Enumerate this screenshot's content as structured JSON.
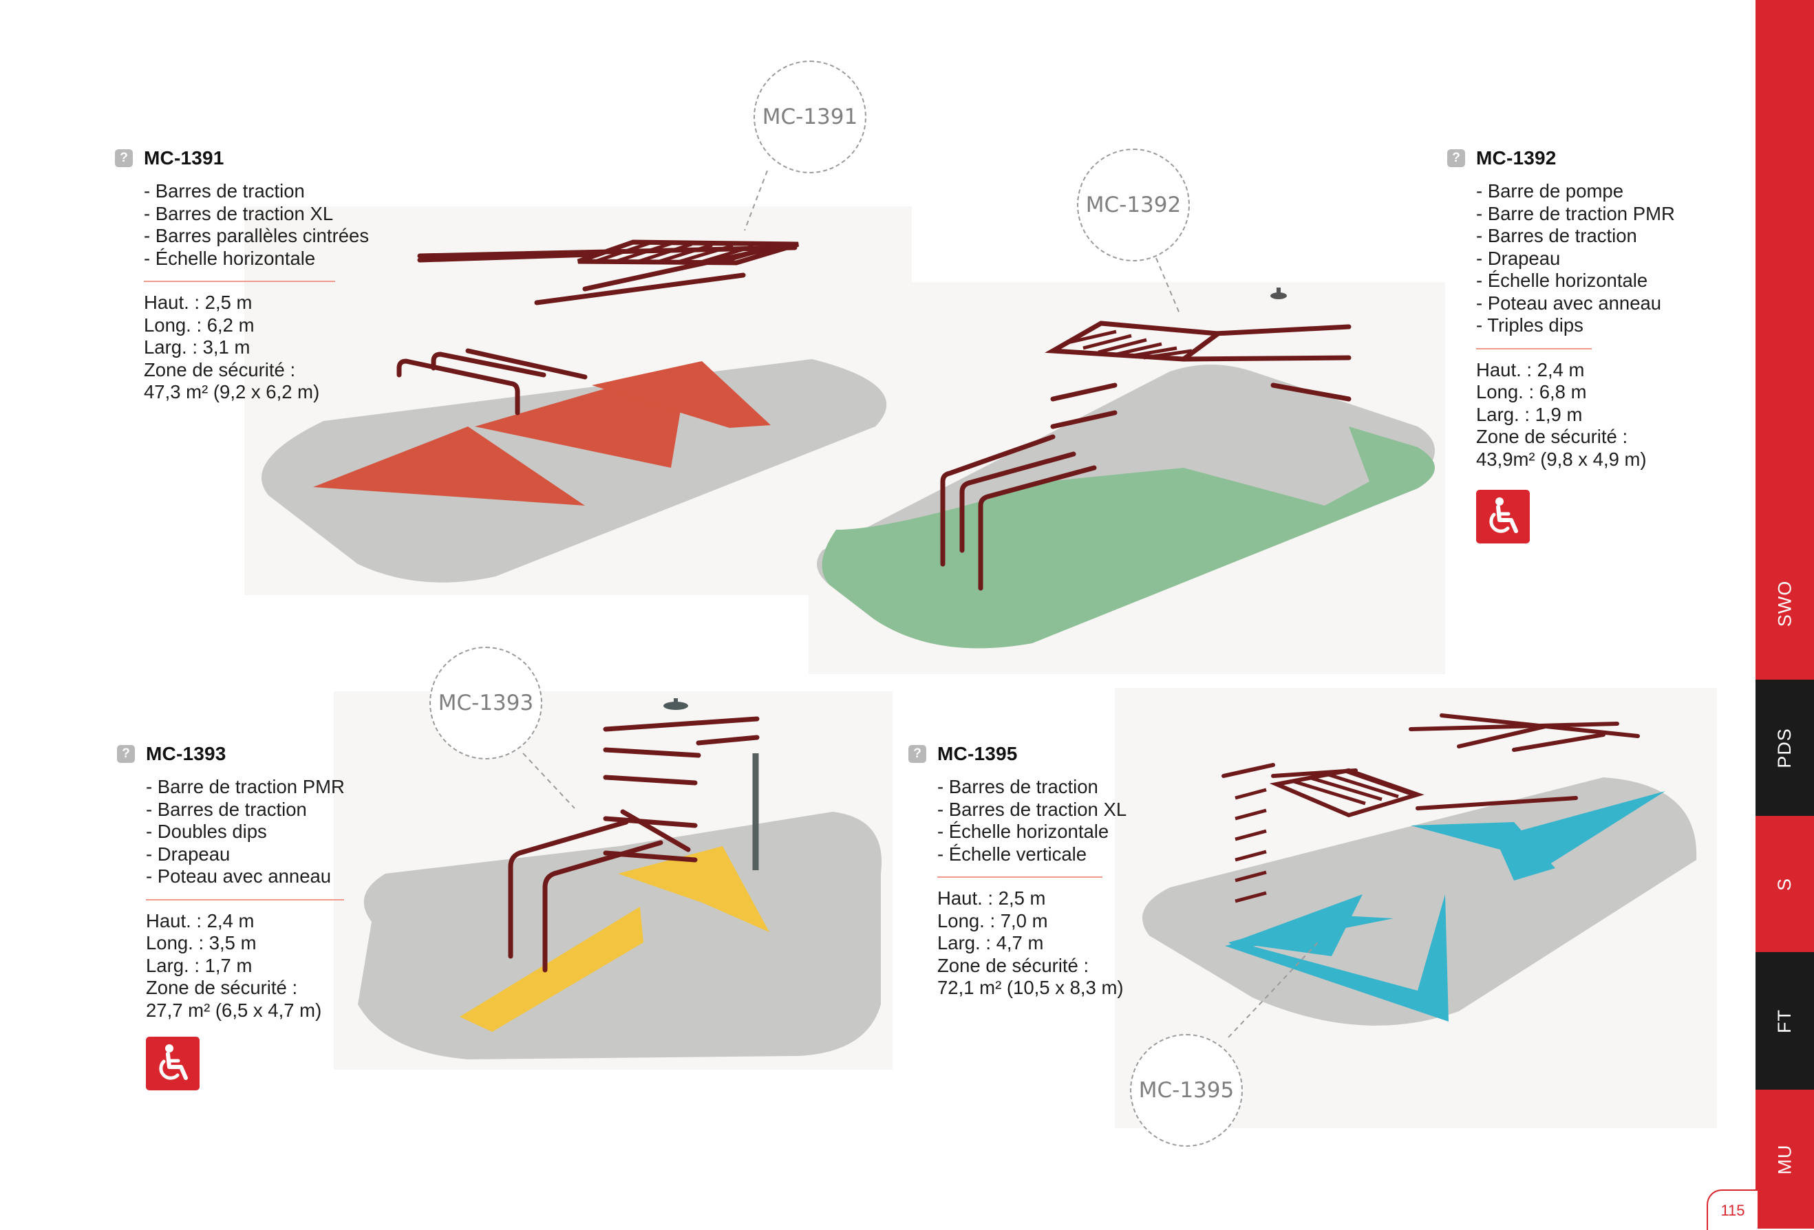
{
  "products": [
    {
      "code": "MC-1391",
      "features": [
        "- Barres de traction",
        "- Barres de traction XL",
        "- Barres parallèles cintrées",
        "- Échelle horizontale"
      ],
      "specs": [
        "Haut.  : 2,5 m",
        "Long. :  6,2 m",
        "Larg.  :  3,1 m",
        "Zone de sécurité :",
        "47,3 m² (9,2 x 6,2 m)"
      ],
      "accessible": false
    },
    {
      "code": "MC-1392",
      "features": [
        "- Barre de pompe",
        "- Barre de traction PMR",
        "- Barres de traction",
        "- Drapeau",
        "- Échelle horizontale",
        "- Poteau avec anneau",
        "- Triples dips"
      ],
      "specs": [
        "Haut.  : 2,4 m",
        "Long. :  6,8 m",
        "Larg.  :  1,9 m",
        "Zone de sécurité :",
        "43,9m² (9,8 x 4,9 m)"
      ],
      "accessible": true
    },
    {
      "code": "MC-1393",
      "features": [
        "- Barre de traction PMR",
        "- Barres de traction",
        "- Doubles dips",
        "- Drapeau",
        "- Poteau avec anneau"
      ],
      "specs": [
        "Haut.  : 2,4 m",
        "Long. :  3,5 m",
        "Larg.  :  1,7 m",
        "Zone de sécurité :",
        "27,7 m² (6,5 x 4,7 m)"
      ],
      "accessible": true
    },
    {
      "code": "MC-1395",
      "features": [
        "- Barres de traction",
        "- Barres de traction XL",
        "- Échelle horizontale",
        "- Échelle verticale"
      ],
      "specs": [
        "Haut.  : 2,5 m",
        "Long. :  7,0 m",
        "Larg.  :  4,7 m",
        "Zone de sécurité :",
        "72,1 m² (10,5 x 8,3 m)"
      ],
      "accessible": false
    }
  ],
  "callouts": [
    "MC-1391",
    "MC-1392",
    "MC-1393",
    "MC-1395"
  ],
  "sidebar": {
    "tabs": [
      "SWO",
      "PDS",
      "S",
      "FT",
      "MU"
    ]
  },
  "page_number": "115",
  "help_icon_glyph": "?",
  "icons": {
    "help": "help-icon",
    "accessibility": "wheelchair-icon"
  },
  "colors": {
    "accent_red": "#d9262e",
    "ground_grey": "#c8c8c6",
    "surface_red": "#d4543f",
    "surface_green": "#8cbf95",
    "surface_yellow": "#f2c440",
    "surface_cyan": "#35b4cc",
    "frame_brown": "#6e1a1a",
    "post_grey": "#4e5a5c"
  }
}
